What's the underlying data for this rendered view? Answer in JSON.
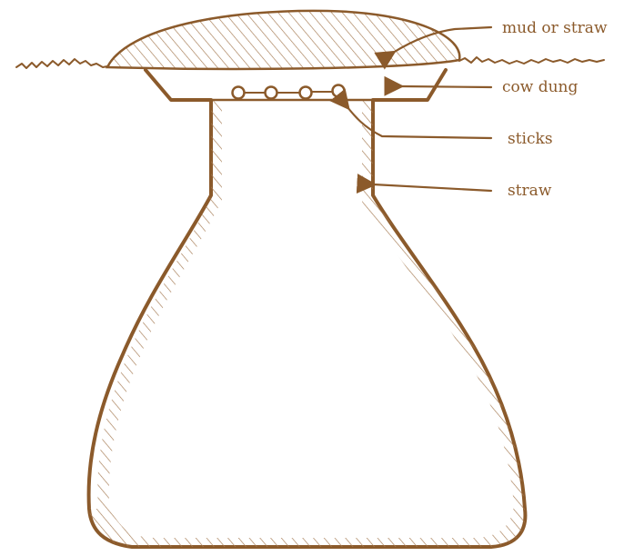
{
  "diagram": {
    "labels": {
      "mud_or_straw": "mud or straw",
      "cow_dung": "cow dung",
      "sticks": "sticks",
      "straw": "straw"
    },
    "colors": {
      "ink": "#8b5a2b",
      "hatch": "#a57a52",
      "background": "#ffffff"
    }
  }
}
